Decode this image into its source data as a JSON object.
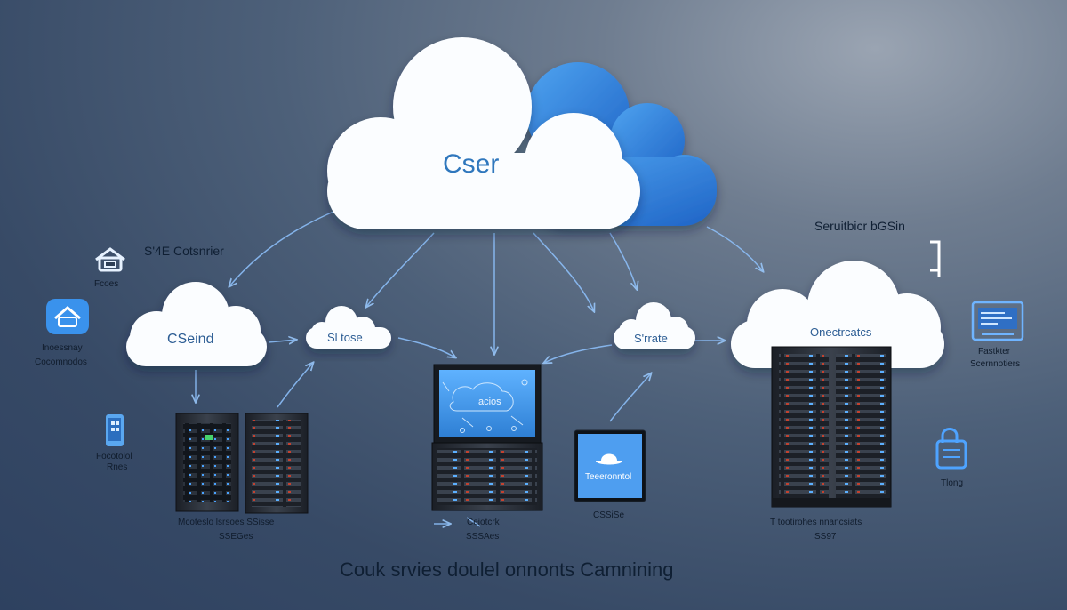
{
  "diagram": {
    "title": "Couk srvies doulel onnonts Camnining",
    "main_cloud": {
      "label": "Cser"
    },
    "left_cloud": {
      "label": "CSeind"
    },
    "mid_left_cloud": {
      "label": "Sl tose"
    },
    "mid_right_cloud": {
      "label": "S'rrate"
    },
    "right_cloud": {
      "label": "Onectrcatcs"
    },
    "top_left_heading": "S'4E Cotsnrier",
    "top_right_heading": "Seruitbicr bGSin",
    "left_icons": {
      "home_label": "Fcoes",
      "house_label_1": "Inoessnay",
      "house_label_2": "Cocomnodos",
      "phone_label_1": "Focotolol",
      "phone_label_2": "Rnes"
    },
    "right_icons": {
      "screen_label_1": "Fastkter",
      "screen_label_2": "Scernnotiers",
      "lock_label": "Tlong"
    },
    "servers": {
      "left_caption_1": "Mcoteslo lsrsoes SSisse",
      "left_caption_2": "SSEGes",
      "center_screen_label": "acios",
      "center_caption_1": "Ceiotcrk",
      "center_caption_2": "SSSAes",
      "tablet_text": "Teeeronntol",
      "tablet_caption": "CSSiSe",
      "right_caption_1": "T tootirohes nnancsiats",
      "right_caption_2": "SS97"
    }
  },
  "colors": {
    "accent": "#2f7fd8",
    "cloud": "#ffffff",
    "arrow": "#8fc3ff"
  }
}
